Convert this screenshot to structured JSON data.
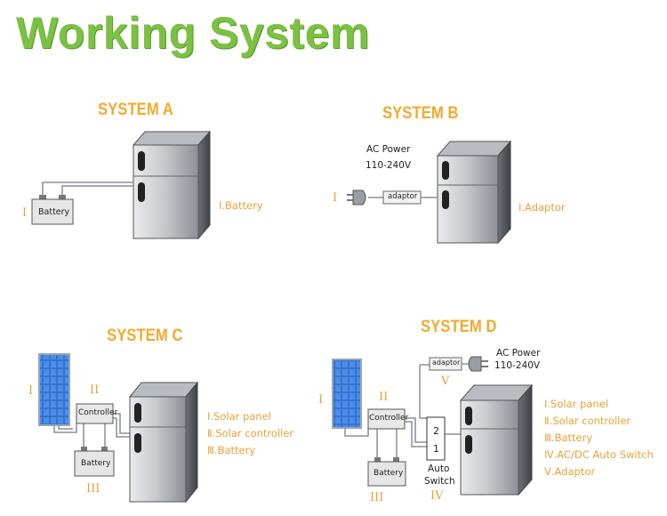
{
  "title": "Working System",
  "colors": {
    "title": "#7bc143",
    "accent": "#f3a92e",
    "fridge": "#8a8d91",
    "panel": "#3d7fd6"
  },
  "systems": {
    "a": {
      "heading": "SYSTEM A",
      "marker": "I",
      "battery_label": "Battery",
      "legend": [
        "Ⅰ.Battery"
      ]
    },
    "b": {
      "heading": "SYSTEM B",
      "marker": "I",
      "power_line1": "AC Power",
      "power_line2": "110-240V",
      "adaptor_label": "adaptor",
      "legend": [
        "Ⅰ.Adaptor"
      ]
    },
    "c": {
      "heading": "SYSTEM C",
      "marker1": "I",
      "marker2": "II",
      "marker3": "III",
      "controller_label": "Controller",
      "battery_label": "Battery",
      "legend": [
        "Ⅰ.Solar panel",
        "Ⅱ.Solar controller",
        "Ⅲ.Battery"
      ]
    },
    "d": {
      "heading": "SYSTEM D",
      "marker1": "I",
      "marker2": "II",
      "marker3": "III",
      "marker4": "IV",
      "marker5": "V",
      "power_line1": "AC Power",
      "power_line2": "110-240V",
      "adaptor_label": "adaptor",
      "controller_label": "Controller",
      "battery_label": "Battery",
      "switch_top": "2",
      "switch_bottom": "1",
      "switch_line1": "Auto",
      "switch_line2": "Switch",
      "legend": [
        "Ⅰ.Solar panel",
        "Ⅱ.Solar controller",
        "Ⅲ.Battery",
        "Ⅳ.AC/DC Auto Switch",
        "Ⅴ.Adaptor"
      ]
    }
  }
}
